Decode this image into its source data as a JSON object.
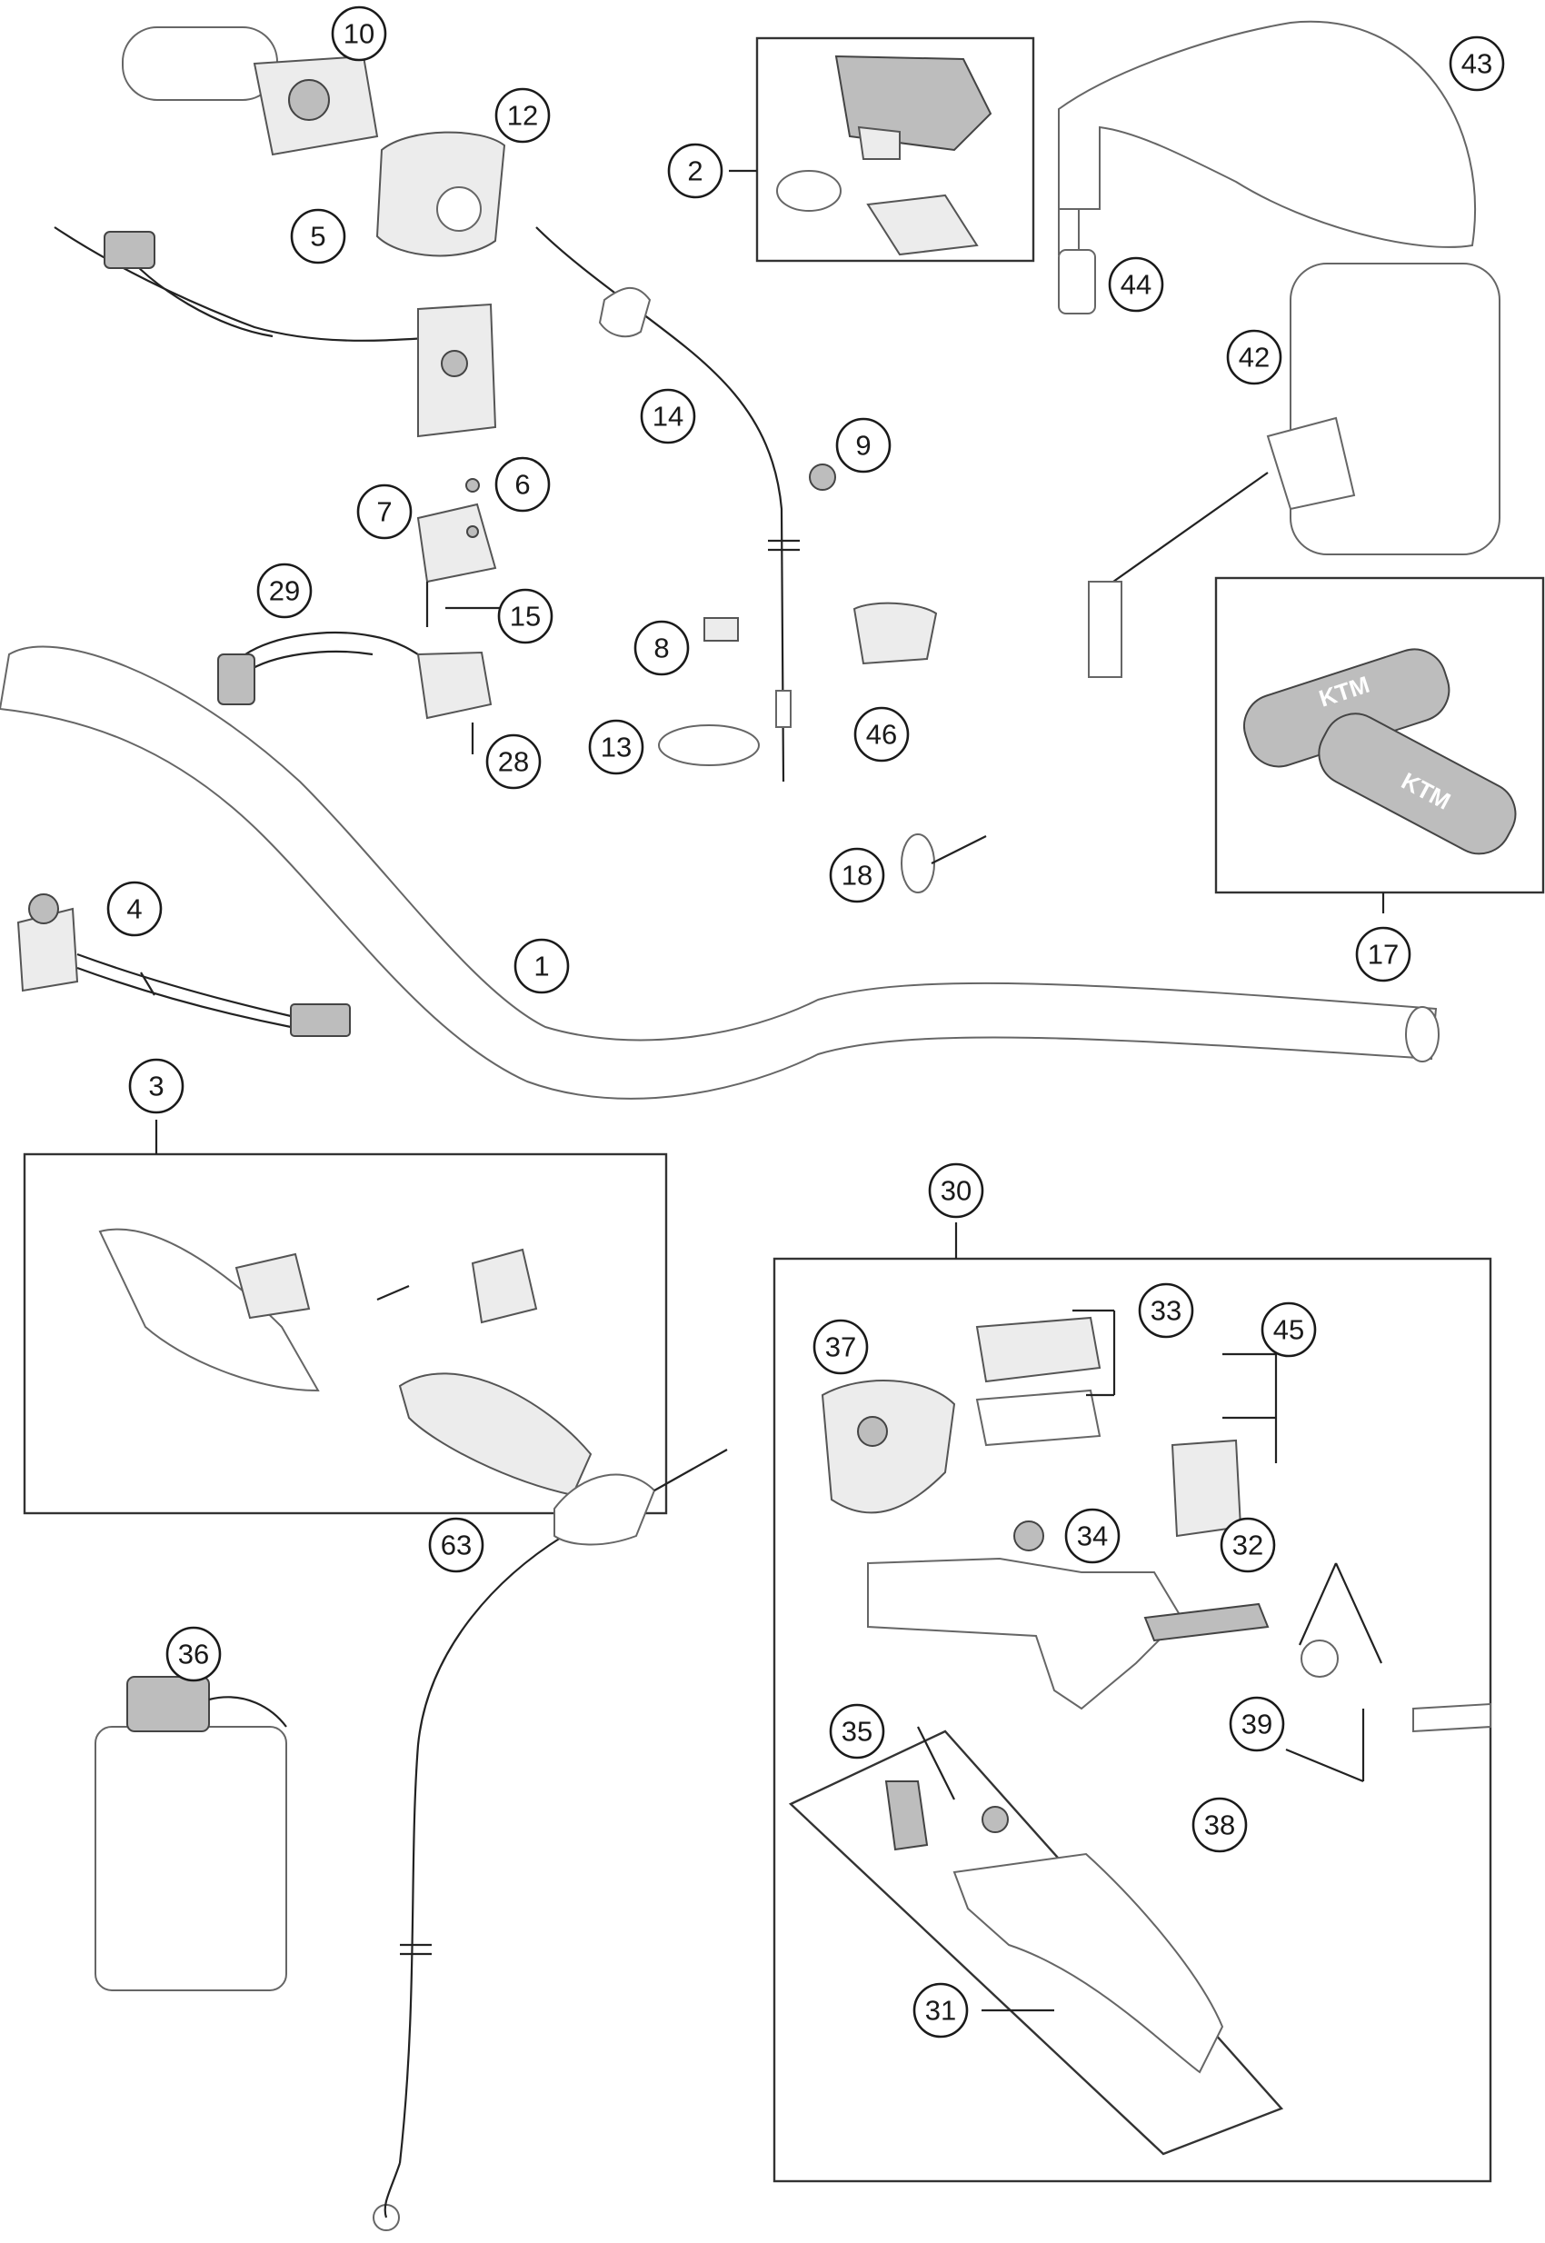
{
  "callouts": [
    {
      "id": "c10",
      "label": "10"
    },
    {
      "id": "c12",
      "label": "12"
    },
    {
      "id": "c2",
      "label": "2"
    },
    {
      "id": "c43",
      "label": "43"
    },
    {
      "id": "c5",
      "label": "5"
    },
    {
      "id": "c14",
      "label": "14"
    },
    {
      "id": "c44",
      "label": "44"
    },
    {
      "id": "c42",
      "label": "42"
    },
    {
      "id": "c6",
      "label": "6"
    },
    {
      "id": "c7",
      "label": "7"
    },
    {
      "id": "c9",
      "label": "9"
    },
    {
      "id": "c29",
      "label": "29"
    },
    {
      "id": "c15",
      "label": "15"
    },
    {
      "id": "c8",
      "label": "8"
    },
    {
      "id": "c46",
      "label": "46"
    },
    {
      "id": "c13",
      "label": "13"
    },
    {
      "id": "c28",
      "label": "28"
    },
    {
      "id": "c18",
      "label": "18"
    },
    {
      "id": "c17",
      "label": "17"
    },
    {
      "id": "c4",
      "label": "4"
    },
    {
      "id": "c1",
      "label": "1"
    },
    {
      "id": "c3",
      "label": "3"
    },
    {
      "id": "c30",
      "label": "30"
    },
    {
      "id": "c33",
      "label": "33"
    },
    {
      "id": "c45",
      "label": "45"
    },
    {
      "id": "c37",
      "label": "37"
    },
    {
      "id": "c34",
      "label": "34"
    },
    {
      "id": "c63",
      "label": "63"
    },
    {
      "id": "c32",
      "label": "32"
    },
    {
      "id": "c36",
      "label": "36"
    },
    {
      "id": "c35",
      "label": "35"
    },
    {
      "id": "c39",
      "label": "39"
    },
    {
      "id": "c38",
      "label": "38"
    },
    {
      "id": "c31",
      "label": "31"
    }
  ],
  "grip_brand_text": "KTM"
}
